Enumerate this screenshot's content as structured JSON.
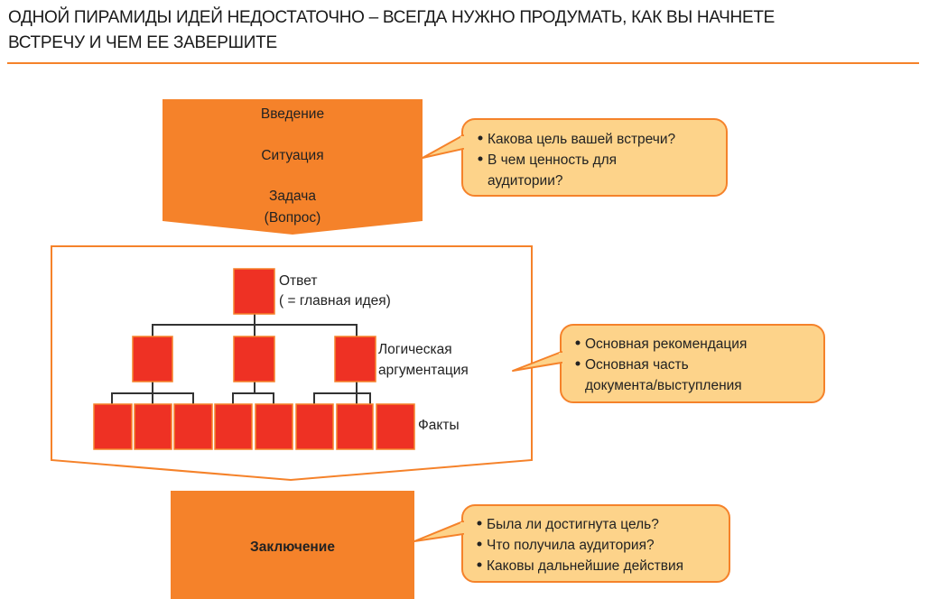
{
  "title": {
    "line1": "ОДНОЙ ПИРАМИДЫ ИДЕЙ НЕДОСТАТОЧНО – ВСЕГДА НУЖНО ПРОДУМАТЬ, КАК ВЫ НАЧНЕТЕ",
    "line2": "ВСТРЕЧУ И ЧЕМ ЕЕ ЗАВЕРШИТЕ"
  },
  "intro": {
    "items": [
      "Введение",
      "Ситуация",
      "Задача",
      "(Вопрос)"
    ]
  },
  "intro_callout": {
    "bullets": [
      "Какова цель вашей встречи?",
      "В чем ценность для",
      "аудитории?"
    ]
  },
  "pyramid": {
    "answer_label": [
      "Ответ",
      "( = главная идея)"
    ],
    "logic_label": [
      "Логическая",
      "аргументация"
    ],
    "facts_label": "Факты"
  },
  "body_callout": {
    "bullets": [
      "Основная рекомендация",
      "Основная часть",
      "документа/выступления"
    ]
  },
  "conclusion": {
    "label": "Заключение"
  },
  "conclusion_callout": {
    "bullets": [
      "Была ли достигнута цель?",
      "Что получила аудитория?",
      "Каковы дальнейшие действия"
    ]
  },
  "colors": {
    "orange": "#F5822A",
    "callout": "#FDD38A",
    "red": "#EE3124"
  }
}
